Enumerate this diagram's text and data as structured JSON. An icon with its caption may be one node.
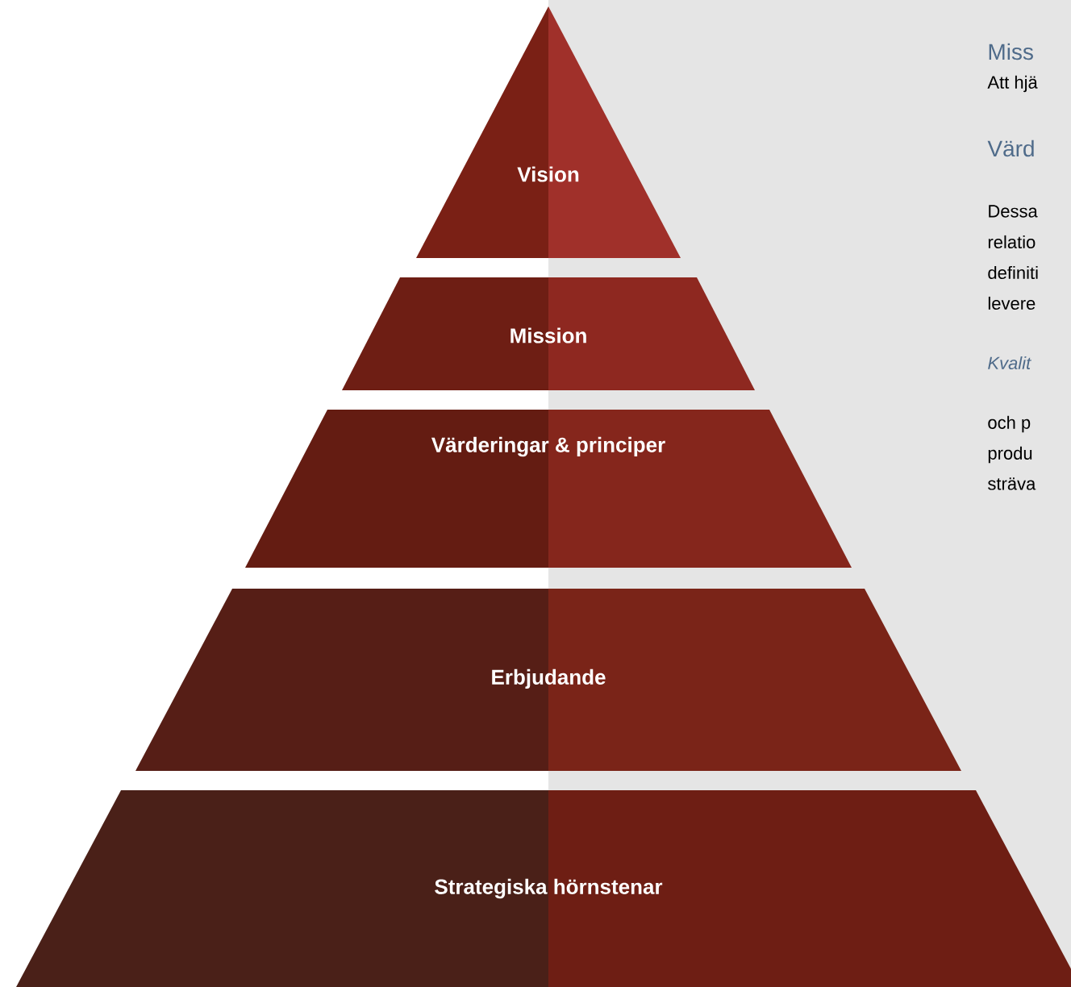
{
  "diagram": {
    "nodes": [
      {
        "text": [
          "Vision"
        ]
      },
      {
        "text": [
          "Mission"
        ]
      },
      {
        "text": [
          "Värderingar & principer"
        ]
      },
      {
        "text": [
          "Erbjudande"
        ]
      },
      {
        "text": [
          "Strategiska hörnstenar"
        ]
      }
    ],
    "labels": [
      "Miss",
      "Att hjä",
      "Värd",
      "Dessa",
      "relatio",
      "definiti",
      "levere",
      "Kvalit",
      "och p",
      "produ",
      "sträva"
    ]
  }
}
